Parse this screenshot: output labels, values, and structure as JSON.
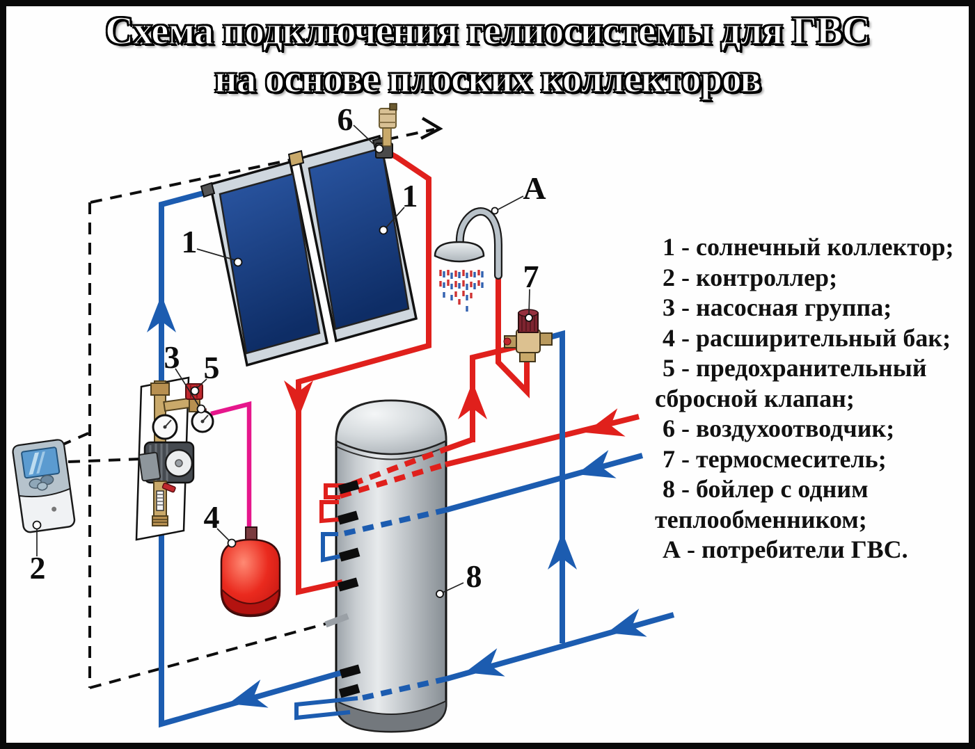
{
  "title": {
    "line1": "Схема подключения гелиосистемы для ГВС",
    "line2": "на основе плоских коллекторов"
  },
  "legend": {
    "lines": [
      "1 - солнечный коллектор;",
      "2 - контроллер;",
      "3 - насосная группа;",
      "4 - расширительный бак;",
      "5 - предохранительный",
      "сбросной клапан;",
      "6 - воздухоотводчик;",
      "7 - термосмеситель;",
      "8 - бойлер с одним",
      "теплообменником;",
      "А - потребители ГВС."
    ]
  },
  "labels": {
    "collector": "1",
    "controller": "2",
    "pump_group": "3",
    "expansion_tank": "4",
    "safety_valve": "5",
    "air_vent": "6",
    "thermo_mixer": "7",
    "boiler": "8",
    "consumers": "А"
  },
  "colors": {
    "hot_pipe": "#e0201c",
    "cold_pipe": "#1c5cb0",
    "expansion_line": "#e6168c",
    "wire_dashed": "#0d0d0d",
    "collector_absorber": "#16366f",
    "expansion_tank": "#e8271d"
  }
}
